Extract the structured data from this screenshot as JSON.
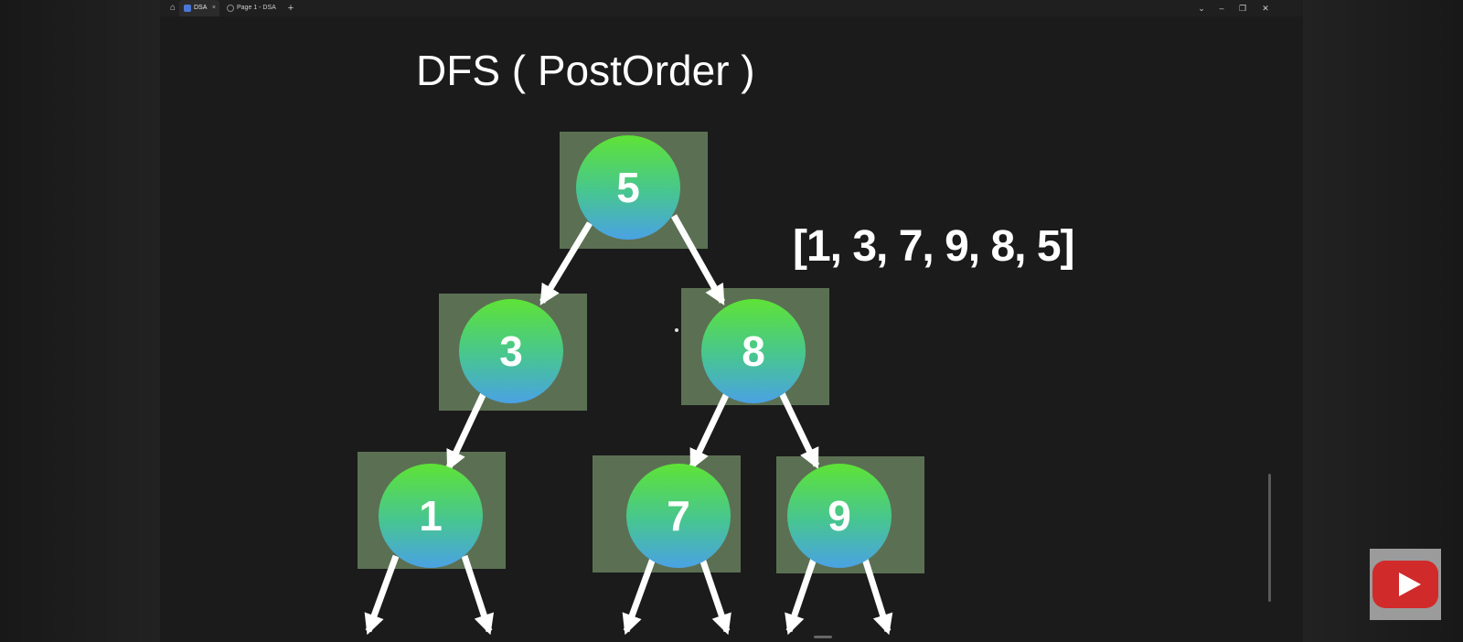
{
  "tabs": [
    {
      "label": "DSA",
      "active": true
    },
    {
      "label": "Page 1 - DSA",
      "active": false
    }
  ],
  "window_controls": [
    "chevron-down",
    "minimize",
    "restore",
    "close"
  ],
  "slide": {
    "title": "DFS ( PostOrder )",
    "result": "[1, 3, 7, 9, 8, 5]"
  },
  "tree": {
    "root": {
      "value": "5"
    },
    "left": {
      "value": "3"
    },
    "right": {
      "value": "8"
    },
    "left_left": {
      "value": "1"
    },
    "right_left": {
      "value": "7"
    },
    "right_right": {
      "value": "9"
    }
  },
  "colors": {
    "node_top": "#5ee336",
    "node_bottom": "#4aa2e4",
    "highlight_box": "#5b7053",
    "background": "#1b1b1b",
    "youtube_red": "#d12a2a"
  }
}
